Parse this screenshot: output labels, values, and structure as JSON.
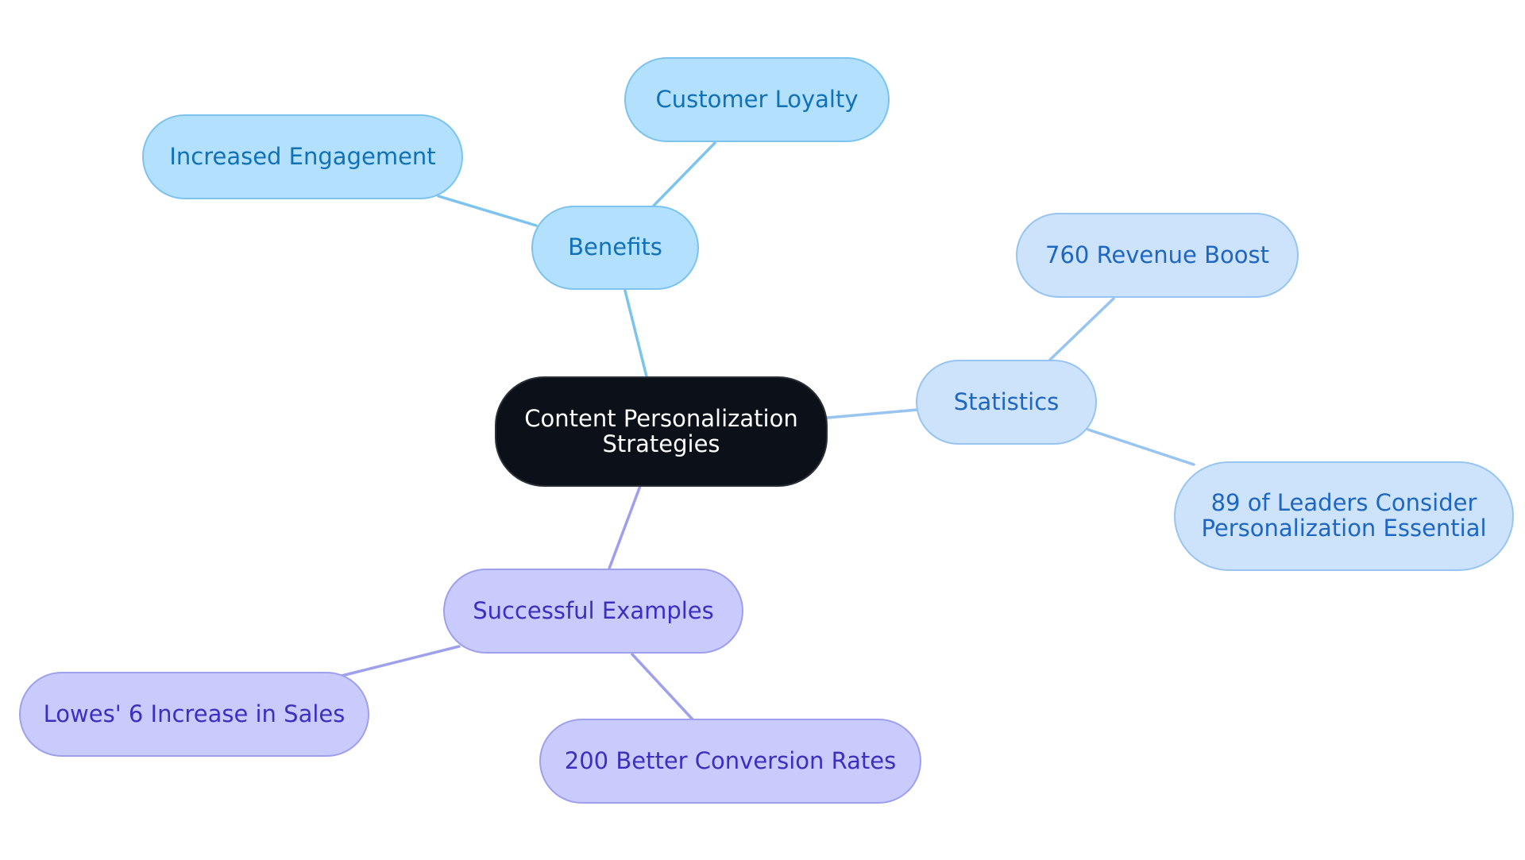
{
  "diagram": {
    "root": {
      "label": "Content Personalization Strategies"
    },
    "branches": {
      "benefits": {
        "label": "Benefits",
        "children": [
          "Increased Engagement",
          "Customer Loyalty"
        ]
      },
      "statistics": {
        "label": "Statistics",
        "children": [
          "760 Revenue Boost",
          "89 of Leaders Consider Personalization Essential"
        ]
      },
      "examples": {
        "label": "Successful Examples",
        "children": [
          "Lowes' 6 Increase in Sales",
          "200 Better Conversion Rates"
        ]
      }
    },
    "colors": {
      "root_fill": "#0c1119",
      "benefits_fill": "#b3e0fd",
      "statistics_fill": "#cde3fb",
      "examples_fill": "#cacbfd"
    }
  }
}
